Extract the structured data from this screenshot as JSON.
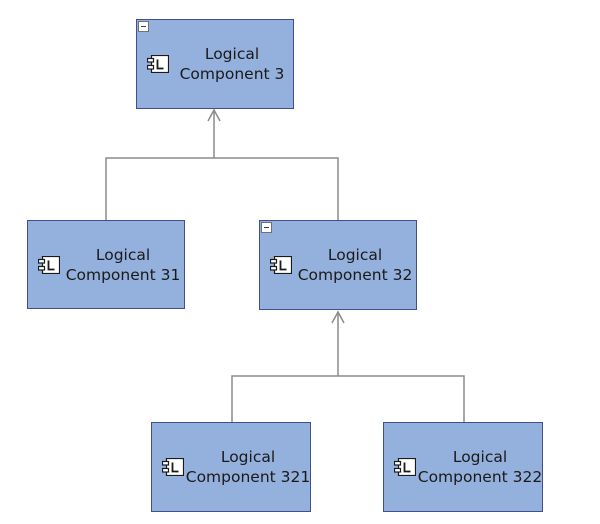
{
  "diagram": {
    "components": [
      {
        "id": "lc3",
        "line1": "Logical",
        "line2": "Component 3",
        "icon": "logical-component-icon",
        "collapsible": true
      },
      {
        "id": "lc31",
        "line1": "Logical",
        "line2": "Component 31",
        "icon": "logical-component-icon",
        "collapsible": false
      },
      {
        "id": "lc32",
        "line1": "Logical",
        "line2": "Component 32",
        "icon": "logical-component-icon",
        "collapsible": true
      },
      {
        "id": "lc321",
        "line1": "Logical",
        "line2": "Component 321",
        "icon": "logical-component-icon",
        "collapsible": false
      },
      {
        "id": "lc322",
        "line1": "Logical",
        "line2": "Component 322",
        "icon": "logical-component-icon",
        "collapsible": false
      }
    ],
    "relations": [
      {
        "from": "lc31",
        "to": "lc3"
      },
      {
        "from": "lc32",
        "to": "lc3"
      },
      {
        "from": "lc321",
        "to": "lc32"
      },
      {
        "from": "lc322",
        "to": "lc32"
      }
    ],
    "colors": {
      "node_fill": "#94b0dc",
      "node_border": "#3f4f8f",
      "connector": "#8c8c8c"
    }
  }
}
